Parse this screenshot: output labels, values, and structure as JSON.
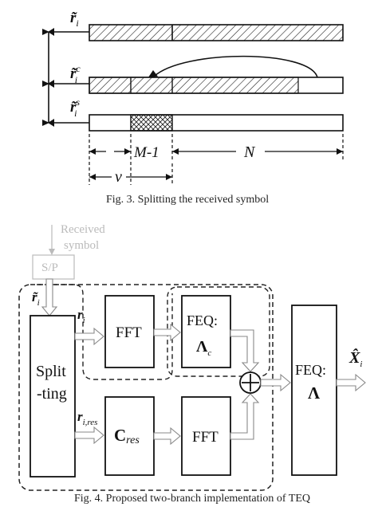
{
  "fig3": {
    "labels": {
      "r_full": "r̃",
      "r_full_sub": "i",
      "r_c": "r̃",
      "r_c_sub": "i",
      "r_c_sup": "c",
      "r_s": "r̃",
      "r_s_sub": "i",
      "r_s_sup": "s"
    },
    "dim_m": "M-1",
    "dim_n": "N",
    "dim_v": "v",
    "caption": "Fig. 3.  Splitting the received symbol"
  },
  "fig4": {
    "received": "Received",
    "symbol": "symbol",
    "sp": "S/P",
    "r_in": "r̃",
    "r_in_sub": "i",
    "r_out": "r",
    "r_out_sub": "i",
    "r_res": "r",
    "r_res_sub": "i,res",
    "split_1": "Split",
    "split_2": "-ting",
    "fft_top": "FFT",
    "feq_c_1": "FEQ:",
    "feq_c_2": "Λ",
    "feq_c_sub": "c",
    "cres": "C",
    "cres_sub": "res",
    "fft_bottom": "FFT",
    "plus": "+",
    "feq_1": "FEQ:",
    "feq_2": "Λ",
    "x_hat": "X̂",
    "x_hat_sub": "i",
    "caption": "Fig. 4.  Proposed two-branch implementation of TEQ"
  }
}
